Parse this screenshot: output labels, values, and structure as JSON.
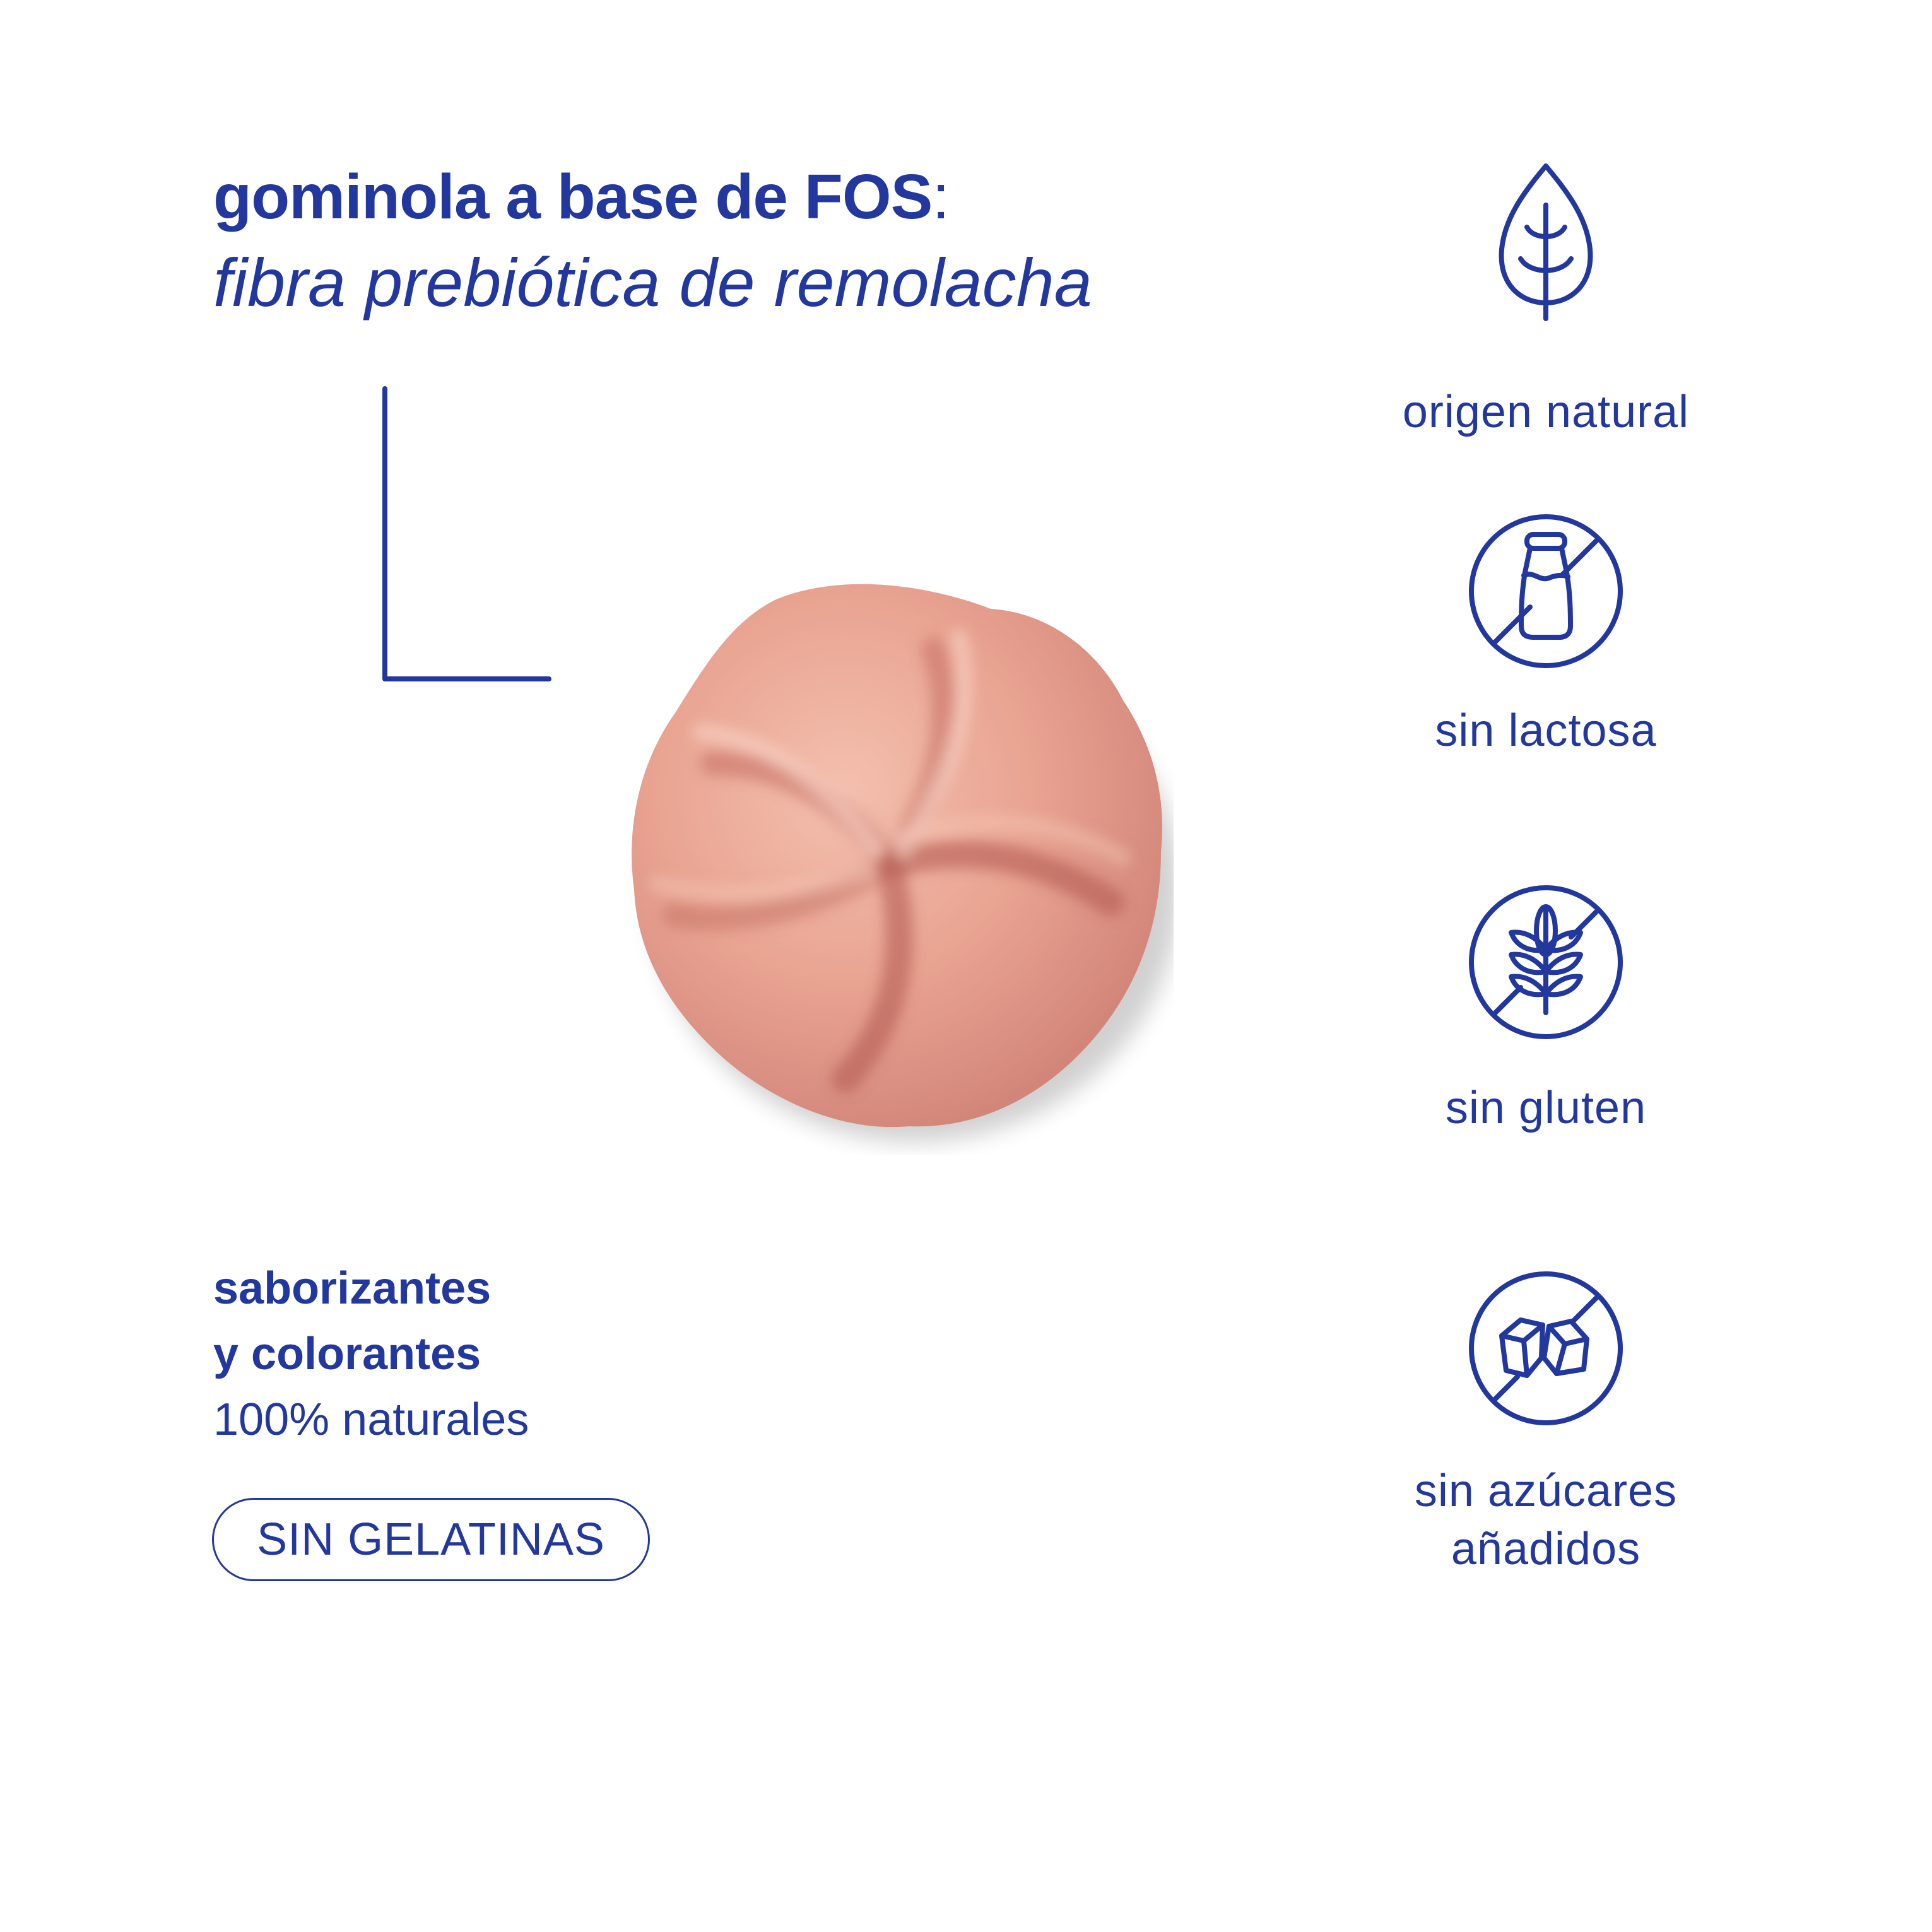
{
  "colors": {
    "brand_blue": "#22389E",
    "background": "#FFFFFF",
    "gummy_base": "#E8A18F",
    "gummy_shadow": "#B8645A"
  },
  "header": {
    "title_bold": "gominola a base de FOS",
    "title_colon": ":",
    "subtitle_italic": "fibra prebiótica de remolacha"
  },
  "product_image": {
    "icon": "swirl-gummy-image"
  },
  "claims": {
    "line1": "saborizantes",
    "line2": "y colorantes",
    "line3": "100% naturales",
    "badge": "SIN GELATINAS"
  },
  "benefits": [
    {
      "icon": "leaf-icon",
      "label": "origen natural"
    },
    {
      "icon": "no-milk-bottle-icon",
      "label": "sin lactosa"
    },
    {
      "icon": "no-wheat-icon",
      "label": "sin gluten"
    },
    {
      "icon": "no-sugar-cubes-icon",
      "label_line1": "sin azúcares",
      "label_line2": "añadidos"
    }
  ]
}
